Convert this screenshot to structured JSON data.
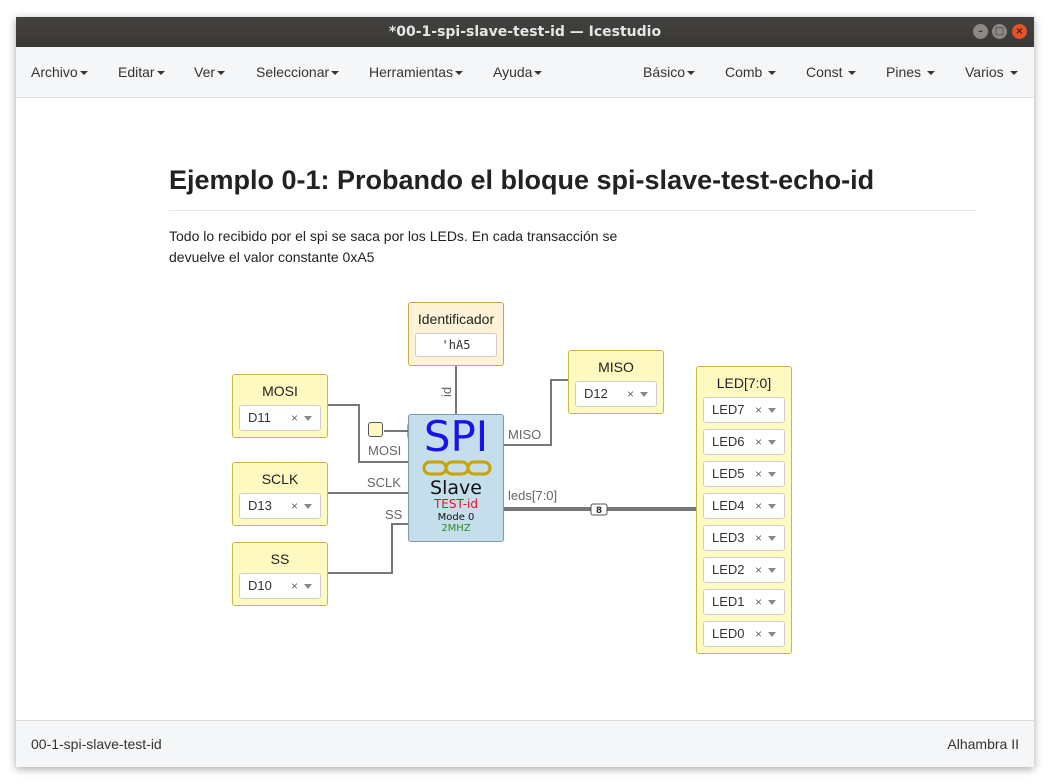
{
  "window": {
    "title": "*00-1-spi-slave-test-id — Icestudio"
  },
  "menu": {
    "left": [
      "Archivo",
      "Editar",
      "Ver",
      "Seleccionar",
      "Herramientas",
      "Ayuda"
    ],
    "right": [
      "Básico",
      "Comb",
      "Const",
      "Pines",
      "Varios"
    ]
  },
  "content": {
    "heading": "Ejemplo 0-1: Probando el bloque spi-slave-test-echo-id",
    "description": "Todo lo recibido por el spi se saca por los LEDs. En cada transacción se devuelve el valor constante 0xA5"
  },
  "circuit": {
    "inputs": {
      "mosi": {
        "name": "MOSI",
        "pin": "D11"
      },
      "sclk": {
        "name": "SCLK",
        "pin": "D13"
      },
      "ss": {
        "name": "SS",
        "pin": "D10"
      }
    },
    "miso": {
      "name": "MISO",
      "pin": "D12"
    },
    "constant": {
      "name": "Identificador",
      "value": "'hA5"
    },
    "spi": {
      "title": "SPI",
      "subtitle": "Slave",
      "variant": "TEST-id",
      "mode": "Mode 0",
      "freq": "2MHZ",
      "ports": {
        "mosi": "MOSI",
        "sclk": "SCLK",
        "ss": "SS",
        "miso": "MISO",
        "leds": "leds[7:0]",
        "id": "id"
      },
      "bus_width": "8"
    },
    "leds": {
      "name": "LED[7:0]",
      "pins": [
        {
          "label": "LED7"
        },
        {
          "label": "LED6"
        },
        {
          "label": "LED5"
        },
        {
          "label": "LED4"
        },
        {
          "label": "LED3"
        },
        {
          "label": "LED2"
        },
        {
          "label": "LED1"
        },
        {
          "label": "LED0"
        }
      ]
    }
  },
  "footer": {
    "file": "00-1-spi-slave-test-id",
    "board": "Alhambra II"
  },
  "colors": {
    "block": "#fdf9c1",
    "const_block": "#fef3d6",
    "spi_block": "#c4deeb",
    "spi_text": "#1a12e8",
    "variant_text": "#e8111a",
    "freq_text": "#2e8b1e",
    "titlebar": "#3a3835",
    "close_button": "#e0532b"
  }
}
